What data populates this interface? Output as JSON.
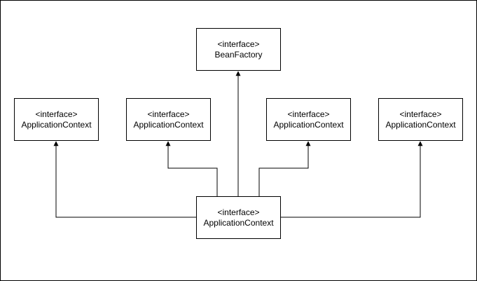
{
  "diagram": {
    "nodes": [
      {
        "id": "bean-factory",
        "stereotype": "<interface>",
        "name": "BeanFactory"
      },
      {
        "id": "app-context-1",
        "stereotype": "<interface>",
        "name": "ApplicationContext"
      },
      {
        "id": "app-context-2",
        "stereotype": "<interface>",
        "name": "ApplicationContext"
      },
      {
        "id": "app-context-3",
        "stereotype": "<interface>",
        "name": "ApplicationContext"
      },
      {
        "id": "app-context-4",
        "stereotype": "<interface>",
        "name": "ApplicationContext"
      },
      {
        "id": "app-context-main",
        "stereotype": "<interface>",
        "name": "ApplicationContext"
      }
    ],
    "edges": [
      {
        "from": "app-context-main",
        "to": "bean-factory"
      },
      {
        "from": "app-context-main",
        "to": "app-context-1"
      },
      {
        "from": "app-context-main",
        "to": "app-context-2"
      },
      {
        "from": "app-context-main",
        "to": "app-context-3"
      },
      {
        "from": "app-context-main",
        "to": "app-context-4"
      }
    ]
  }
}
